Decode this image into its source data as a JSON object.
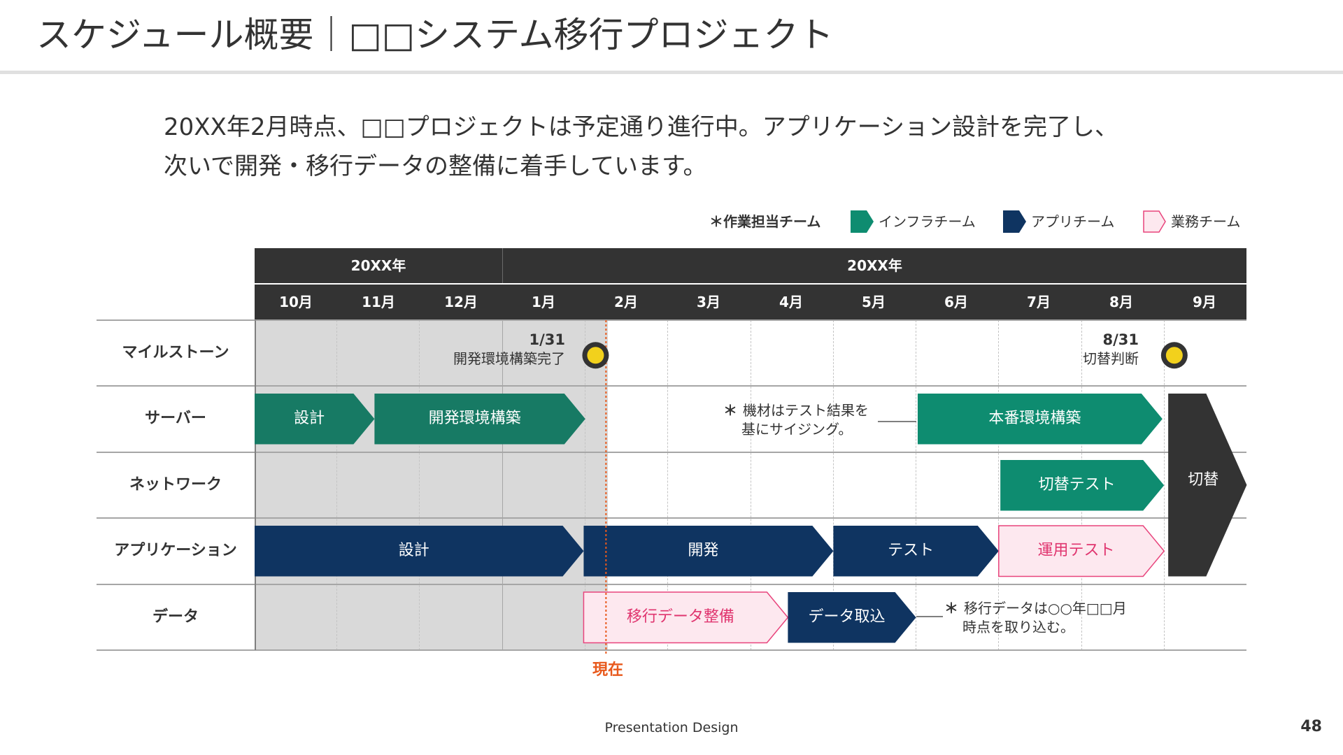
{
  "title": "スケジュール概要｜□□システム移行プロジェクト",
  "summary": {
    "line1": "20XX年2月時点、□□プロジェクトは予定通り進行中。アプリケーション設計を完了し、",
    "line2": "次いで開発・移行データの整備に着手しています。"
  },
  "legend": {
    "title": "＊作業担当チーム",
    "items": [
      {
        "label": "インフラチーム",
        "color": "#0e8c70"
      },
      {
        "label": "アプリチーム",
        "color": "#0f3461"
      },
      {
        "label": "業務チーム",
        "color": "#fde8ef",
        "border": "#e8447c"
      }
    ]
  },
  "timeline": {
    "years": [
      {
        "label": "20XX年",
        "span": 3
      },
      {
        "label": "20XX年",
        "span": 9
      }
    ],
    "months": [
      "10月",
      "11月",
      "12月",
      "1月",
      "2月",
      "3月",
      "4月",
      "5月",
      "6月",
      "7月",
      "8月",
      "9月"
    ],
    "rows": [
      "マイルストーン",
      "サーバー",
      "ネットワーク",
      "アプリケーション",
      "データ"
    ],
    "current_label": "現在",
    "current_position": 4.25,
    "past_until": 4.25
  },
  "colors": {
    "infra": "#0e8c70",
    "infra_past": "#177a64",
    "app": "#0f3461",
    "business_fill": "#fde8ef",
    "business_border": "#e8447c",
    "business_text": "#e0356f",
    "header": "#333333",
    "cutover": "#333333",
    "today_line": "#e8591c",
    "milestone_dot": "#f2d11c"
  },
  "milestones": [
    {
      "date": "1/31",
      "label": "開発環境構築完了",
      "position": 3.98
    },
    {
      "date": "8/31",
      "label": "切替判断",
      "position": 10.98
    }
  ],
  "tasks": [
    {
      "row": 1,
      "label": "設計",
      "start": 0,
      "end": 1.45,
      "team": "infra",
      "past": true
    },
    {
      "row": 1,
      "label": "開発環境構築",
      "start": 1.45,
      "end": 4.0,
      "team": "infra",
      "past": true
    },
    {
      "row": 1,
      "label": "本番環境構築",
      "start": 8.02,
      "end": 10.98,
      "team": "infra"
    },
    {
      "row": 2,
      "label": "切替テスト",
      "start": 9.02,
      "end": 11.0,
      "team": "infra"
    },
    {
      "row": 3,
      "label": "設計",
      "start": 0,
      "end": 3.98,
      "team": "app"
    },
    {
      "row": 3,
      "label": "開発",
      "start": 3.98,
      "end": 7.0,
      "team": "app"
    },
    {
      "row": 3,
      "label": "テスト",
      "start": 7.0,
      "end": 9.0,
      "team": "app"
    },
    {
      "row": 3,
      "label": "運用テスト",
      "start": 9.0,
      "end": 11.0,
      "team": "business"
    },
    {
      "row": 4,
      "label": "移行データ整備",
      "start": 3.98,
      "end": 6.45,
      "team": "business"
    },
    {
      "row": 4,
      "label": "データ取込",
      "start": 6.45,
      "end": 8.0,
      "team": "app"
    }
  ],
  "cutover": {
    "label": "切替",
    "start": 11.05,
    "end": 12.0,
    "row_start": 1,
    "row_end": 3
  },
  "notes": [
    {
      "star": "＊",
      "line1": "機材はテスト結果を",
      "line2": "基にサイジング。"
    },
    {
      "star": "＊",
      "line1": "移行データは○○年□□月",
      "line2": "時点を取り込む。"
    }
  ],
  "footer": "Presentation Design",
  "page_number": "48"
}
